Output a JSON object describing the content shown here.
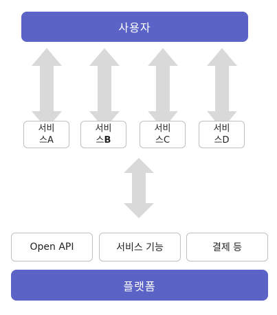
{
  "top_bar": {
    "label": "사용자"
  },
  "services": [
    {
      "line1": "서비",
      "line2_prefix": "스",
      "line2_letter": "A"
    },
    {
      "line1": "서비",
      "line2_prefix": "스",
      "line2_letter": "B"
    },
    {
      "line1": "서비",
      "line2_prefix": "스",
      "line2_letter": "C"
    },
    {
      "line1": "서비",
      "line2_prefix": "스",
      "line2_letter": "D"
    }
  ],
  "features": [
    {
      "label": "Open API"
    },
    {
      "label": "서비스 기능"
    },
    {
      "label": "결제 등"
    }
  ],
  "bottom_bar": {
    "label": "플랫폼"
  },
  "colors": {
    "bar": "#5b63c6",
    "arrow": "#d9d9d9",
    "box_border": "#bfbfbf"
  },
  "icons": {
    "arrows": "double-headed-vertical-arrow-icon"
  }
}
